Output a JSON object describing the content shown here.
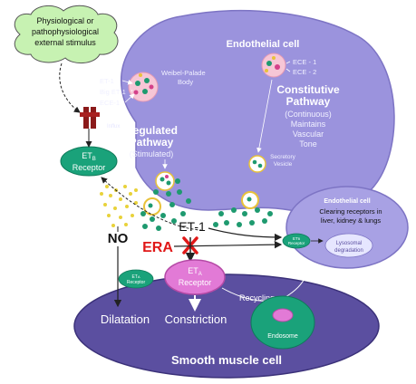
{
  "stimulus": {
    "line1": "Physiological or",
    "line2": "pathophysiological",
    "line3": "external stimulus"
  },
  "endothelial_cell": {
    "title": "Endothelial cell"
  },
  "weibel_palade": {
    "line1": "Weibel-Palade",
    "line2": "Body"
  },
  "regulated_inputs": {
    "et1": "ET-1",
    "big_et1": "Big ET-1",
    "ece1": "ECE-1"
  },
  "regulated": {
    "line1": "Regulated",
    "line2": "Pathway",
    "line3": "(Stimulated)"
  },
  "ece_labels": {
    "ece1": "ECE - 1",
    "ece2": "ECE - 2"
  },
  "constitutive": {
    "line1": "Constitutive",
    "line2": "Pathway",
    "line3": "(Continuous)",
    "line4": "Maintains",
    "line5": "Vascular",
    "line6": "Tone"
  },
  "secretory": {
    "line1": "Secretory",
    "line2": "Vesicle"
  },
  "influx": {
    "label": "Influx"
  },
  "etb": {
    "line1": "ET",
    "sub": "B",
    "line2": "Receptor"
  },
  "no": {
    "label": "NO"
  },
  "et1": {
    "label": "ET-1"
  },
  "era": {
    "label": "ERA"
  },
  "clearance_cell": {
    "title": "Endothelial cell",
    "line1": "Clearing receptors in",
    "line2": "liver, kidney & lungs",
    "etb_small": "ET",
    "etb_small_sub": "B",
    "etb_small_line2": "Receptor",
    "lyso1": "Lysosomal",
    "lyso2": "degradation"
  },
  "eta_small": {
    "line1": "ET",
    "sub": "A",
    "line2": "Receptor"
  },
  "eta": {
    "line1": "ET",
    "sub": "A",
    "line2": "Receptor"
  },
  "recycling": {
    "label": "Recycling"
  },
  "dilatation": {
    "label": "Dilatation"
  },
  "constriction": {
    "label": "Constriction"
  },
  "endosome": {
    "label": "Endosome"
  },
  "smooth_muscle": {
    "title": "Smooth muscle cell"
  }
}
